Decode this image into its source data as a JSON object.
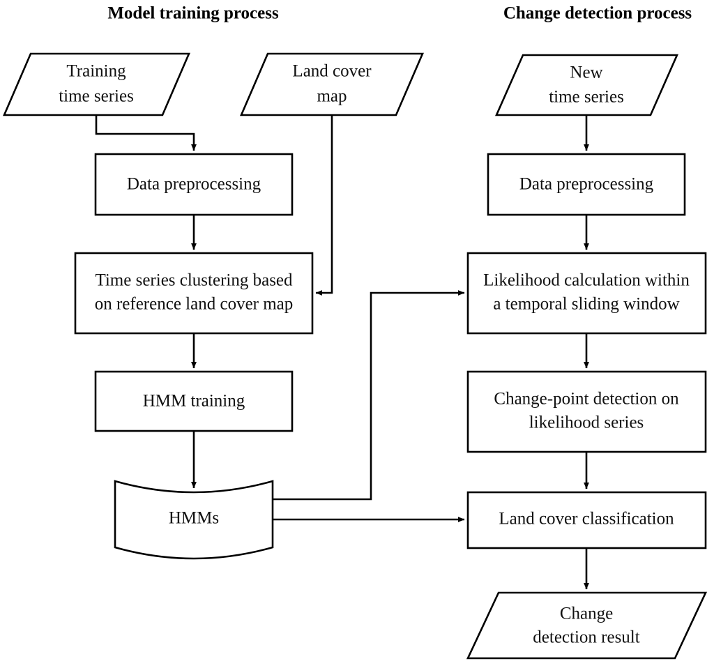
{
  "diagram": {
    "type": "flowchart",
    "title_left": "Model training process",
    "title_right": "Change detection process",
    "columns": [
      {
        "name": "model-training-process",
        "heading": "Model training process"
      },
      {
        "name": "change-detection-process",
        "heading": "Change detection process"
      }
    ],
    "nodes": {
      "training_time_series": {
        "label_line1": "Training",
        "label_line2": "time series",
        "shape": "parallelogram"
      },
      "land_cover_map": {
        "label_line1": "Land cover",
        "label_line2": "map",
        "shape": "parallelogram"
      },
      "new_time_series": {
        "label_line1": "New",
        "label_line2": "time series",
        "shape": "parallelogram"
      },
      "data_preprocessing_left": {
        "label_line1": "Data preprocessing",
        "shape": "rectangle"
      },
      "data_preprocessing_right": {
        "label_line1": "Data preprocessing",
        "shape": "rectangle"
      },
      "time_series_clustering": {
        "label_line1": "Time series clustering based",
        "label_line2": "on reference land cover map",
        "shape": "rectangle"
      },
      "hmm_training": {
        "label_line1": "HMM training",
        "shape": "rectangle"
      },
      "hmms": {
        "label_line1": "HMMs",
        "shape": "cylinder"
      },
      "likelihood_calculation": {
        "label_line1": "Likelihood calculation within",
        "label_line2": "a temporal sliding window",
        "shape": "rectangle"
      },
      "change_point_detection": {
        "label_line1": "Change-point detection on",
        "label_line2": "likelihood series",
        "shape": "rectangle"
      },
      "land_cover_classification": {
        "label_line1": "Land cover classification",
        "shape": "rectangle"
      },
      "change_detection_result": {
        "label_line1": "Change",
        "label_line2": "detection result",
        "shape": "parallelogram"
      }
    },
    "edges": [
      {
        "from": "training_time_series",
        "to": "data_preprocessing_left"
      },
      {
        "from": "land_cover_map",
        "to": "time_series_clustering"
      },
      {
        "from": "data_preprocessing_left",
        "to": "time_series_clustering"
      },
      {
        "from": "time_series_clustering",
        "to": "hmm_training"
      },
      {
        "from": "hmm_training",
        "to": "hmms"
      },
      {
        "from": "hmms",
        "to": "likelihood_calculation"
      },
      {
        "from": "hmms",
        "to": "land_cover_classification"
      },
      {
        "from": "new_time_series",
        "to": "data_preprocessing_right"
      },
      {
        "from": "data_preprocessing_right",
        "to": "likelihood_calculation"
      },
      {
        "from": "likelihood_calculation",
        "to": "change_point_detection"
      },
      {
        "from": "change_point_detection",
        "to": "land_cover_classification"
      },
      {
        "from": "land_cover_classification",
        "to": "change_detection_result"
      }
    ],
    "colors": {
      "stroke": "#000000",
      "fill": "#ffffff",
      "text": "#111111"
    }
  }
}
